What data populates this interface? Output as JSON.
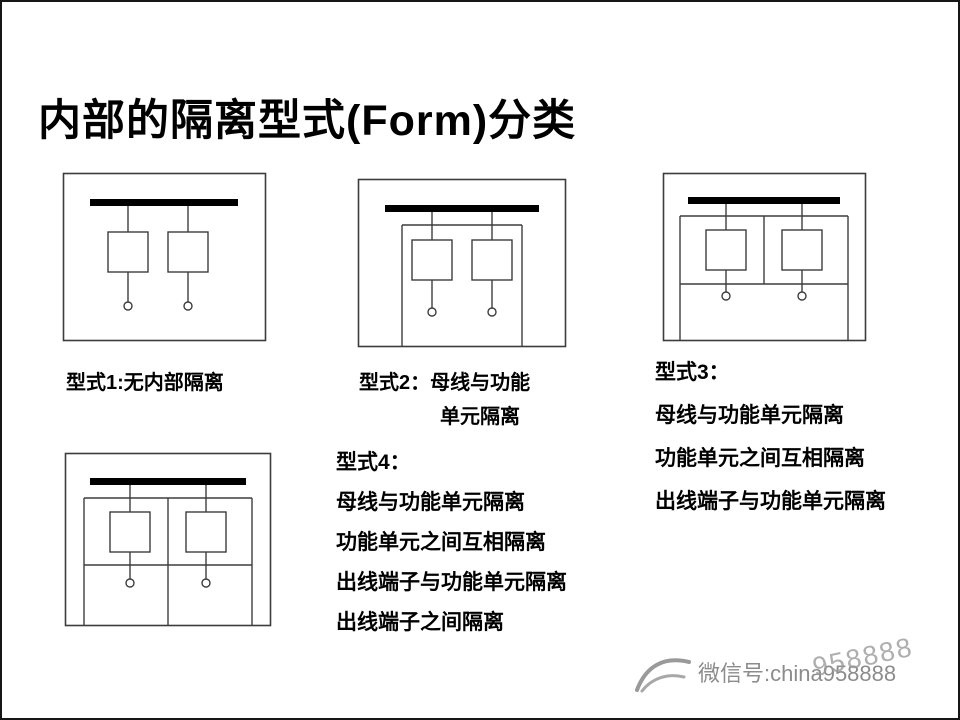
{
  "slide": {
    "title": "内部的隔离型式(Form)分类"
  },
  "forms": {
    "form1": {
      "label": "型式1:无内部隔离"
    },
    "form2": {
      "label_line1": "型式2：母线与功能",
      "label_line2": "单元隔离"
    },
    "form3": {
      "heading": "型式3：",
      "lines": [
        "母线与功能单元隔离",
        "功能单元之间互相隔离",
        "出线端子与功能单元隔离"
      ]
    },
    "form4": {
      "heading": "型式4：",
      "lines": [
        "母线与功能单元隔离",
        "功能单元之间互相隔离",
        "出线端子与功能单元隔离",
        "出线端子之间隔离"
      ]
    }
  },
  "watermark": {
    "label": "微信号:china958888",
    "overlay": "958888"
  },
  "colors": {
    "line": "#3d3d3d",
    "busbar": "#000000",
    "watermark_gray": "#8c8c8c"
  }
}
